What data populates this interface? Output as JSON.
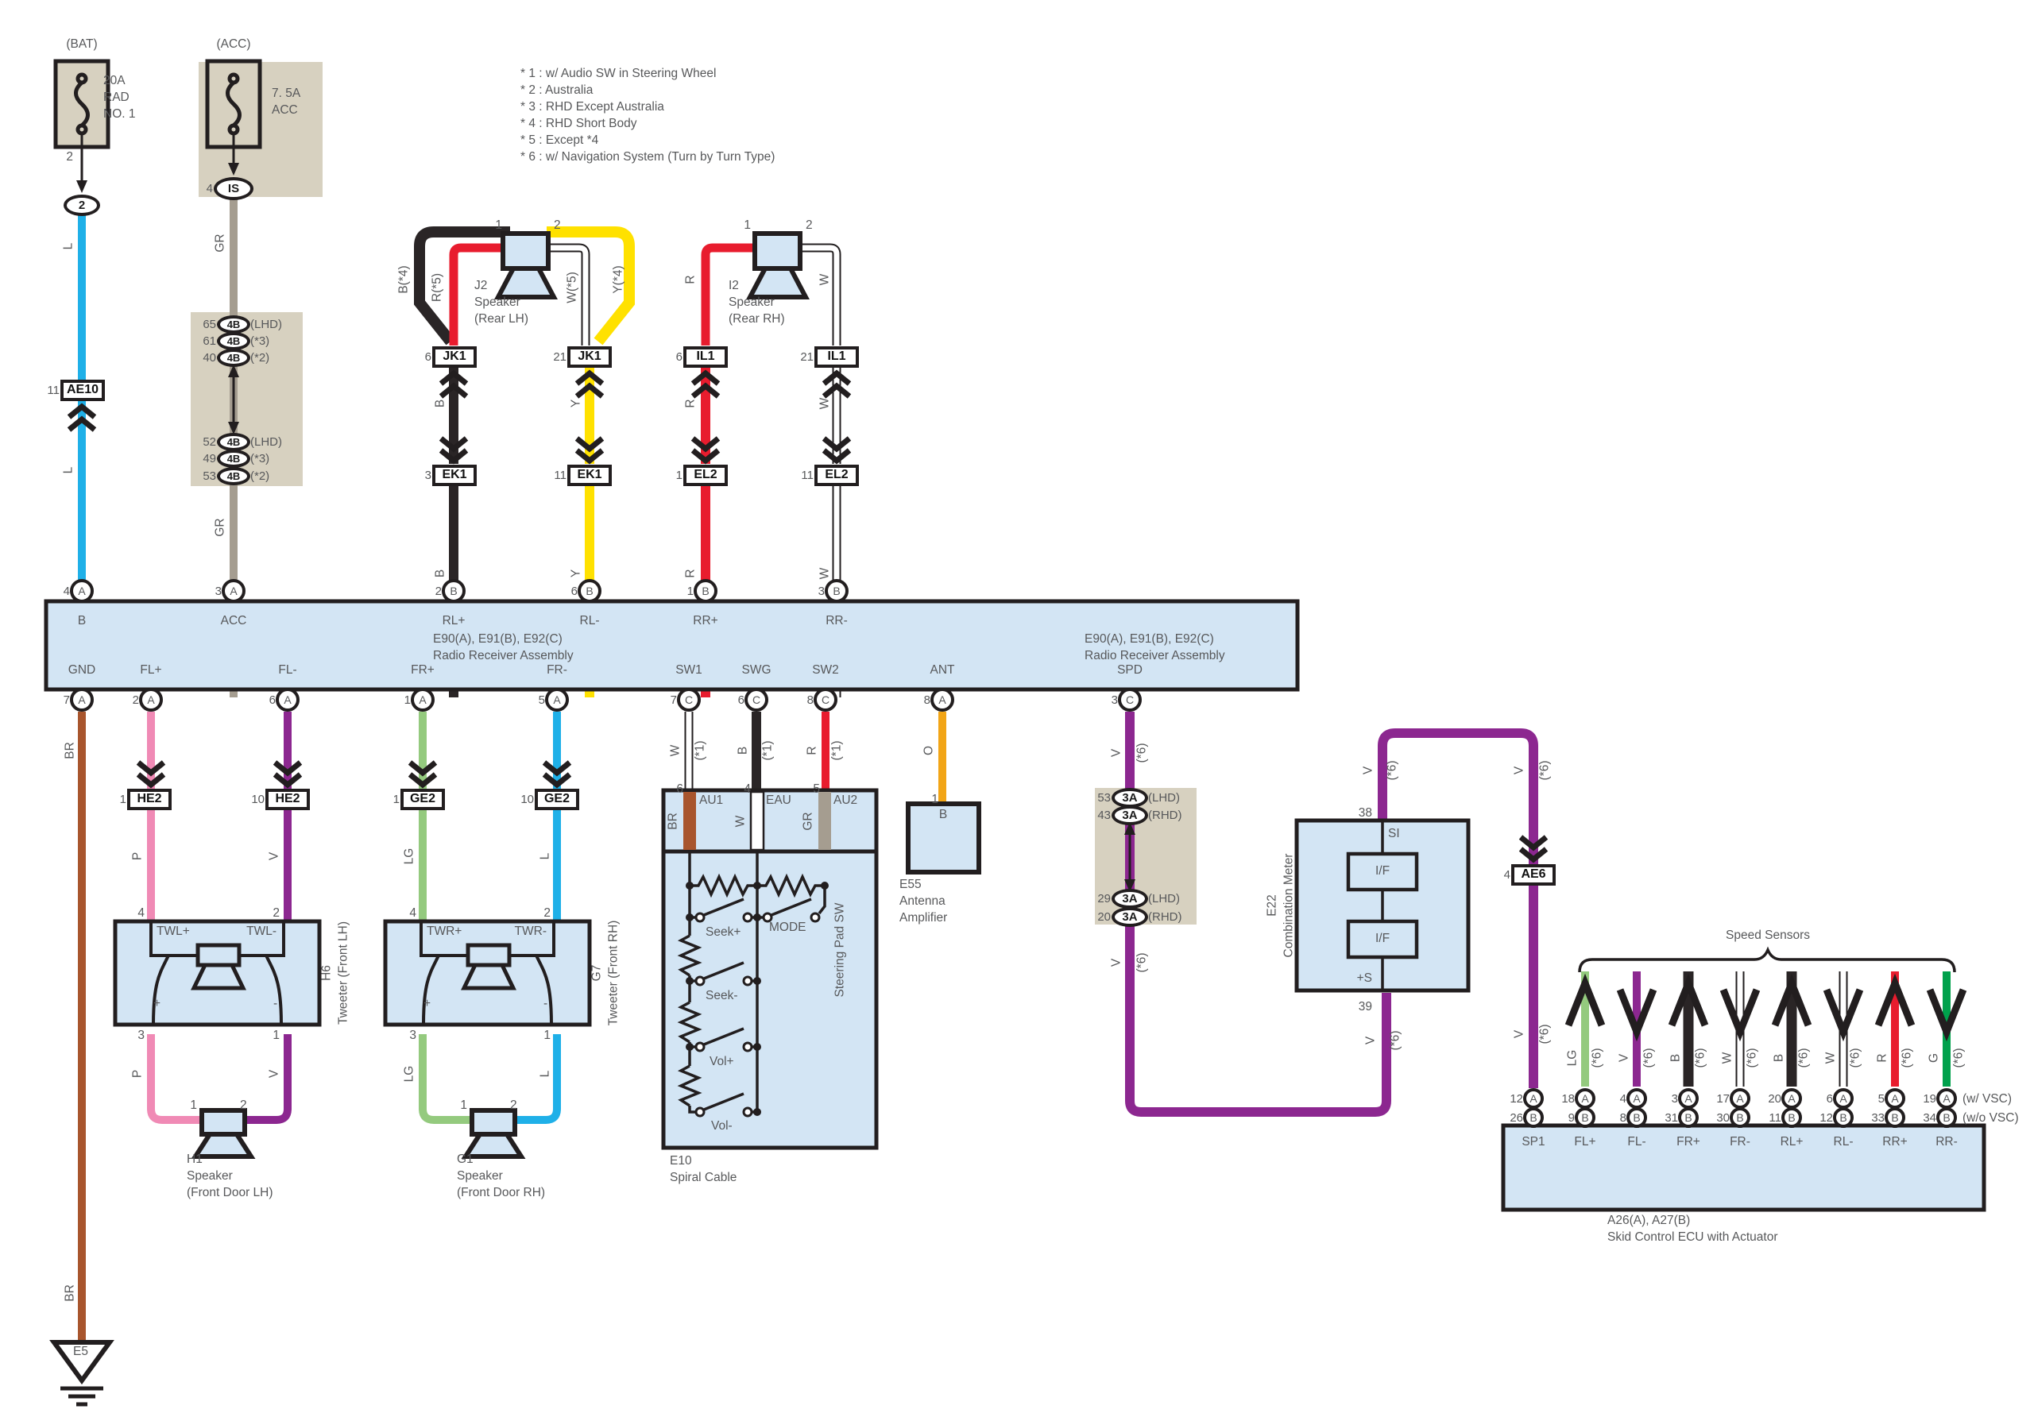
{
  "palette": {
    "box_fill": "#d3e5f4",
    "tan_fill": "#d7d1c0",
    "line": "#221e1f",
    "label": "#57585a",
    "wires": {
      "L": "#1fb0e8",
      "GR": "#a59d90",
      "B": "#2a2526",
      "Y": "#ffe100",
      "R": "#e81c2e",
      "W": "#ffffff",
      "P": "#f08ab5",
      "V": "#8c2790",
      "LG": "#94ca7e",
      "O": "#f2a516",
      "BR": "#a8552d",
      "G": "#00a14c"
    }
  },
  "texts": [
    [
      "bat-title",
      "(BAT)",
      103,
      46,
      "c"
    ],
    [
      "bat-fuse-rating",
      "20A\nRAD\nNO. 1",
      130,
      92,
      ""
    ],
    [
      "bat-pin-2",
      "2",
      92,
      188,
      "r"
    ],
    [
      "wire-l-1",
      "L",
      87,
      310,
      "v"
    ],
    [
      "wire-l-2",
      "L",
      87,
      592,
      "v"
    ],
    [
      "acc-title",
      "(ACC)",
      294,
      46,
      "c"
    ],
    [
      "acc-fuse-rating",
      "7. 5A\nACC",
      342,
      108,
      ""
    ],
    [
      "wire-gr-1",
      "GR",
      278,
      306,
      "v"
    ],
    [
      "wire-gr-2",
      "GR",
      278,
      664,
      "v"
    ],
    [
      "notes",
      "* 1 : w/ Audio SW in Steering Wheel\n* 2 : Australia\n* 3 : RHD Except Australia\n* 4 : RHD Short Body\n* 5 : Except *4\n* 6 : w/ Navigation System (Turn by Turn Type)",
      655,
      83,
      ""
    ],
    [
      "j2-pin-1",
      "1",
      632,
      274,
      "r"
    ],
    [
      "j2-pin-2",
      "2",
      697,
      274,
      ""
    ],
    [
      "j2-label",
      "J2\nSpeaker\n(Rear LH)",
      597,
      350,
      ""
    ],
    [
      "wire-b4",
      "B(*4)",
      509,
      352,
      "v"
    ],
    [
      "wire-r5",
      "R(*5)",
      551,
      362,
      "v"
    ],
    [
      "wire-w5",
      "W(*5)",
      721,
      362,
      "v"
    ],
    [
      "wire-y4",
      "Y(*4)",
      779,
      352,
      "v"
    ],
    [
      "wire-b-jk",
      "B",
      555,
      508,
      "v"
    ],
    [
      "wire-y-jk",
      "Y",
      726,
      508,
      "v"
    ],
    [
      "wire-b-ek",
      "B",
      555,
      722,
      "v"
    ],
    [
      "wire-y-ek",
      "Y",
      726,
      722,
      "v"
    ],
    [
      "i2-pin-1",
      "1",
      945,
      274,
      "r"
    ],
    [
      "i2-pin-2",
      "2",
      1014,
      274,
      ""
    ],
    [
      "i2-label",
      "I2\nSpeaker\n(Rear RH)",
      917,
      350,
      ""
    ],
    [
      "wire-r-il-1",
      "R",
      870,
      352,
      "v"
    ],
    [
      "wire-w-il-1",
      "W",
      1039,
      352,
      "v"
    ],
    [
      "wire-r-il-2",
      "R",
      870,
      508,
      "v"
    ],
    [
      "wire-w-il-2",
      "W",
      1039,
      508,
      "v"
    ],
    [
      "wire-r-el",
      "R",
      870,
      722,
      "v"
    ],
    [
      "wire-w-el",
      "W",
      1039,
      722,
      "v"
    ],
    [
      "radio-port-b",
      "B",
      103,
      772,
      "c"
    ],
    [
      "radio-port-acc",
      "ACC",
      294,
      772,
      "c"
    ],
    [
      "radio-port-rl-plus",
      "RL+",
      571,
      772,
      "c"
    ],
    [
      "radio-port-rl-minus",
      "RL-",
      742,
      772,
      "c"
    ],
    [
      "radio-port-rr-plus",
      "RR+",
      888,
      772,
      "c"
    ],
    [
      "radio-port-rr-minus",
      "RR-",
      1053,
      772,
      "c"
    ],
    [
      "radio-name-1",
      "E90(A), E91(B), E92(C)\nRadio Receiver Assembly",
      545,
      795,
      ""
    ],
    [
      "radio-name-2",
      "E90(A), E91(B), E92(C)\nRadio Receiver Assembly",
      1365,
      795,
      ""
    ],
    [
      "radio-port-gnd",
      "GND",
      103,
      834,
      "c"
    ],
    [
      "radio-port-fl-plus",
      "FL+",
      190,
      834,
      "c"
    ],
    [
      "radio-port-fl-minus",
      "FL-",
      362,
      834,
      "c"
    ],
    [
      "radio-port-fr-plus",
      "FR+",
      532,
      834,
      "c"
    ],
    [
      "radio-port-fr-minus",
      "FR-",
      701,
      834,
      "c"
    ],
    [
      "radio-port-sw1",
      "SW1",
      867,
      834,
      "c"
    ],
    [
      "radio-port-swg",
      "SWG",
      952,
      834,
      "c"
    ],
    [
      "radio-port-sw2",
      "SW2",
      1039,
      834,
      "c"
    ],
    [
      "radio-port-ant",
      "ANT",
      1186,
      834,
      "c"
    ],
    [
      "radio-port-spd",
      "SPD",
      1422,
      834,
      "c"
    ],
    [
      "wire-br-1",
      "BR",
      89,
      945,
      "v"
    ],
    [
      "wire-w-sw1",
      "W",
      851,
      945,
      "v"
    ],
    [
      "note-sw1",
      "(*1)",
      882,
      945,
      "v"
    ],
    [
      "wire-b-swg",
      "B",
      936,
      945,
      "v"
    ],
    [
      "note-swg",
      "(*1)",
      967,
      945,
      "v"
    ],
    [
      "wire-r-sw2",
      "R",
      1023,
      945,
      "v"
    ],
    [
      "note-sw2",
      "(*1)",
      1054,
      945,
      "v"
    ],
    [
      "wire-o-ant",
      "O",
      1170,
      945,
      "v"
    ],
    [
      "wire-v-spd",
      "V",
      1406,
      948,
      "v"
    ],
    [
      "note-spd",
      "(*6)",
      1438,
      948,
      "v"
    ],
    [
      "wire-p-1",
      "P",
      174,
      1078,
      "v"
    ],
    [
      "wire-v-1",
      "V",
      346,
      1078,
      "v"
    ],
    [
      "h6-pin-4",
      "4",
      182,
      1140,
      "r"
    ],
    [
      "h6-pin-2",
      "2",
      352,
      1140,
      "r"
    ],
    [
      "h6-twl-plus",
      "TWL+",
      197,
      1163,
      ""
    ],
    [
      "h6-twl-minus",
      "TWL-",
      348,
      1163,
      "r"
    ],
    [
      "h6-plus",
      "+",
      193,
      1254,
      ""
    ],
    [
      "h6-minus",
      "-",
      344,
      1254,
      ""
    ],
    [
      "h6-pin-3",
      "3",
      182,
      1294,
      "r"
    ],
    [
      "h6-pin-1",
      "1",
      352,
      1294,
      "r"
    ],
    [
      "wire-p-2",
      "P",
      174,
      1352,
      "v"
    ],
    [
      "wire-v-2",
      "V",
      346,
      1352,
      "v"
    ],
    [
      "h1-pin-1",
      "1",
      248,
      1382,
      "r"
    ],
    [
      "h1-pin-2",
      "2",
      302,
      1382,
      ""
    ],
    [
      "h1-label",
      "H1\nSpeaker\n(Front Door LH)",
      235,
      1450,
      ""
    ],
    [
      "h6-id",
      "H6",
      412,
      1225,
      "v"
    ],
    [
      "h6-name",
      "Tweeter (Front LH)",
      433,
      1225,
      "v"
    ],
    [
      "wire-lg-1",
      "LG",
      516,
      1078,
      "v"
    ],
    [
      "wire-l2-1",
      "L",
      687,
      1078,
      "v"
    ],
    [
      "g7-pin-4",
      "4",
      524,
      1140,
      "r"
    ],
    [
      "g7-pin-2",
      "2",
      693,
      1140,
      "r"
    ],
    [
      "g7-twr-plus",
      "TWR+",
      537,
      1163,
      ""
    ],
    [
      "g7-twr-minus",
      "TWR-",
      688,
      1163,
      "r"
    ],
    [
      "g7-plus",
      "+",
      533,
      1254,
      ""
    ],
    [
      "g7-minus",
      "-",
      684,
      1254,
      ""
    ],
    [
      "g7-pin-3",
      "3",
      524,
      1294,
      "r"
    ],
    [
      "g7-pin-1",
      "1",
      693,
      1294,
      "r"
    ],
    [
      "wire-lg-2",
      "LG",
      516,
      1352,
      "v"
    ],
    [
      "wire-l2-2",
      "L",
      687,
      1352,
      "v"
    ],
    [
      "g1-pin-1",
      "1",
      588,
      1382,
      "r"
    ],
    [
      "g1-pin-2",
      "2",
      642,
      1382,
      ""
    ],
    [
      "g1-label",
      "G1\nSpeaker\n(Front Door RH)",
      575,
      1450,
      ""
    ],
    [
      "g7-id",
      "G7",
      752,
      1225,
      "v"
    ],
    [
      "g7-name",
      "Tweeter (Front RH)",
      773,
      1225,
      "v"
    ],
    [
      "e10-pin-6",
      "6",
      860,
      984,
      "r"
    ],
    [
      "e10-pin-4",
      "4",
      945,
      984,
      "r"
    ],
    [
      "e10-pin-5",
      "5",
      1032,
      984,
      "r"
    ],
    [
      "e10-au1",
      "AU1",
      880,
      998,
      ""
    ],
    [
      "e10-eau",
      "EAU",
      964,
      998,
      ""
    ],
    [
      "e10-au2",
      "AU2",
      1049,
      998,
      ""
    ],
    [
      "e10-br",
      "BR",
      848,
      1034,
      "v"
    ],
    [
      "e10-w",
      "W",
      933,
      1034,
      "v"
    ],
    [
      "e10-gr",
      "GR",
      1018,
      1034,
      "v"
    ],
    [
      "sw-seek-plus",
      "Seek+",
      888,
      1164,
      ""
    ],
    [
      "sw-mode",
      "MODE",
      968,
      1158,
      ""
    ],
    [
      "sw-seek-minus",
      "Seek-",
      888,
      1244,
      ""
    ],
    [
      "sw-vol-plus",
      "Vol+",
      893,
      1327,
      ""
    ],
    [
      "sw-vol-minus",
      "Vol-",
      895,
      1408,
      ""
    ],
    [
      "steering-pad-sw",
      "Steering Pad SW",
      1058,
      1196,
      "v"
    ],
    [
      "e10-label",
      "E10\nSpiral Cable",
      843,
      1452,
      ""
    ],
    [
      "e55-pin-1",
      "1",
      1181,
      997,
      "r"
    ],
    [
      "e55-b",
      "B",
      1187,
      1016,
      "c"
    ],
    [
      "e55-label",
      "E55\nAntenna\nAmplifier",
      1132,
      1104,
      ""
    ],
    [
      "wire-v-3a",
      "V",
      1406,
      1212,
      "v"
    ],
    [
      "note-3a",
      "(*6)",
      1438,
      1212,
      "v"
    ],
    [
      "spd-39",
      "39",
      1727,
      1258,
      "r"
    ],
    [
      "wire-v-ps",
      "V",
      1726,
      1310,
      "v"
    ],
    [
      "note-ps",
      "(*6)",
      1757,
      1310,
      "v"
    ],
    [
      "e22-38",
      "38",
      1727,
      1014,
      "r"
    ],
    [
      "e22-si",
      "SI",
      1747,
      1040,
      ""
    ],
    [
      "e22-if-1",
      "I/F",
      1740,
      1087,
      "c"
    ],
    [
      "e22-if-2",
      "I/F",
      1740,
      1172,
      "c"
    ],
    [
      "e22-ps",
      "+S",
      1727,
      1222,
      "r"
    ],
    [
      "e22-id",
      "E22",
      1602,
      1140,
      "v"
    ],
    [
      "e22-name",
      "Combination Meter",
      1623,
      1140,
      "v"
    ],
    [
      "wire-v-si-1",
      "V",
      1723,
      970,
      "v"
    ],
    [
      "note-si-1",
      "(*6)",
      1753,
      970,
      "v"
    ],
    [
      "wire-v-si-2",
      "V",
      1913,
      970,
      "v"
    ],
    [
      "note-si-2",
      "(*6)",
      1945,
      970,
      "v"
    ],
    [
      "wire-v-sp1",
      "V",
      1913,
      1302,
      "v"
    ],
    [
      "note-sp1",
      "(*6)",
      1945,
      1302,
      "v"
    ],
    [
      "speed-sensors-title",
      "Speed Sensors",
      2225,
      1168,
      "c"
    ],
    [
      "ss-lg",
      "LG",
      1980,
      1332,
      "v"
    ],
    [
      "ss-lg-n",
      "(*6)",
      2011,
      1332,
      "v"
    ],
    [
      "ss-v",
      "V",
      2045,
      1332,
      "v"
    ],
    [
      "ss-v-n",
      "(*6)",
      2076,
      1332,
      "v"
    ],
    [
      "ss-b1",
      "B",
      2110,
      1332,
      "v"
    ],
    [
      "ss-b1-n",
      "(*6)",
      2141,
      1332,
      "v"
    ],
    [
      "ss-w1",
      "W",
      2175,
      1332,
      "v"
    ],
    [
      "ss-w1-n",
      "(*6)",
      2206,
      1332,
      "v"
    ],
    [
      "ss-b2",
      "B",
      2240,
      1332,
      "v"
    ],
    [
      "ss-b2-n",
      "(*6)",
      2271,
      1332,
      "v"
    ],
    [
      "ss-w2",
      "W",
      2305,
      1332,
      "v"
    ],
    [
      "ss-w2-n",
      "(*6)",
      2336,
      1332,
      "v"
    ],
    [
      "ss-r",
      "R",
      2370,
      1332,
      "v"
    ],
    [
      "ss-r-n",
      "(*6)",
      2401,
      1332,
      "v"
    ],
    [
      "ss-g",
      "G",
      2435,
      1332,
      "v"
    ],
    [
      "ss-g-n",
      "(*6)",
      2466,
      1332,
      "v"
    ],
    [
      "vsc-with",
      "(w/ VSC)",
      2470,
      1374,
      ""
    ],
    [
      "vsc-without",
      "(w/o VSC)",
      2470,
      1398,
      ""
    ],
    [
      "ecu-port-sp1",
      "SP1",
      1930,
      1428,
      "c"
    ],
    [
      "ecu-port-fl-plus",
      "FL+",
      1995,
      1428,
      "c"
    ],
    [
      "ecu-port-fl-minus",
      "FL-",
      2060,
      1428,
      "c"
    ],
    [
      "ecu-port-fr-plus",
      "FR+",
      2125,
      1428,
      "c"
    ],
    [
      "ecu-port-fr-minus",
      "FR-",
      2190,
      1428,
      "c"
    ],
    [
      "ecu-port-rl-plus",
      "RL+",
      2255,
      1428,
      "c"
    ],
    [
      "ecu-port-rl-minus",
      "RL-",
      2320,
      1428,
      "c"
    ],
    [
      "ecu-port-rr-plus",
      "RR+",
      2385,
      1428,
      "c"
    ],
    [
      "ecu-port-rr-minus",
      "RR-",
      2450,
      1428,
      "c"
    ],
    [
      "ecu-label",
      "A26(A), A27(B)\nSkid Control ECU with Actuator",
      2023,
      1527,
      ""
    ],
    [
      "wire-br-2",
      "BR",
      89,
      1628,
      "v"
    ],
    [
      "e5-label",
      "E5",
      92,
      1692,
      ""
    ]
  ],
  "pins": [
    [
      103,
      744,
      "A",
      "4",
      0
    ],
    [
      294,
      744,
      "A",
      "3",
      0
    ],
    [
      571,
      744,
      "B",
      "2",
      0
    ],
    [
      742,
      744,
      "B",
      "6",
      0
    ],
    [
      888,
      744,
      "B",
      "1",
      0
    ],
    [
      1053,
      744,
      "B",
      "3",
      0
    ],
    [
      103,
      881,
      "A",
      "7",
      0
    ],
    [
      190,
      881,
      "A",
      "2",
      0
    ],
    [
      362,
      881,
      "A",
      "6",
      0
    ],
    [
      532,
      881,
      "A",
      "1",
      0
    ],
    [
      701,
      881,
      "A",
      "5",
      0
    ],
    [
      867,
      881,
      "C",
      "7",
      0
    ],
    [
      952,
      881,
      "C",
      "6",
      0
    ],
    [
      1039,
      881,
      "C",
      "8",
      0
    ],
    [
      1186,
      881,
      "A",
      "8",
      0
    ],
    [
      1422,
      881,
      "C",
      "3",
      0
    ],
    [
      1930,
      1383,
      "A",
      "12",
      1
    ],
    [
      1995,
      1383,
      "A",
      "18",
      1
    ],
    [
      2060,
      1383,
      "A",
      "4",
      1
    ],
    [
      2125,
      1383,
      "A",
      "3",
      1
    ],
    [
      2190,
      1383,
      "A",
      "17",
      1
    ],
    [
      2255,
      1383,
      "A",
      "20",
      1
    ],
    [
      2320,
      1383,
      "A",
      "6",
      1
    ],
    [
      2385,
      1383,
      "A",
      "5",
      1
    ],
    [
      2450,
      1383,
      "A",
      "19",
      1
    ],
    [
      1930,
      1407,
      "B",
      "26",
      1
    ],
    [
      1995,
      1407,
      "B",
      "9",
      1
    ],
    [
      2060,
      1407,
      "B",
      "8",
      1
    ],
    [
      2125,
      1407,
      "B",
      "31",
      1
    ],
    [
      2190,
      1407,
      "B",
      "30",
      1
    ],
    [
      2255,
      1407,
      "B",
      "11",
      1
    ],
    [
      2320,
      1407,
      "B",
      "12",
      1
    ],
    [
      2385,
      1407,
      "B",
      "33",
      1
    ],
    [
      2450,
      1407,
      "B",
      "34",
      1
    ]
  ],
  "ovals": [
    [
      103,
      258,
      46,
      27,
      "2",
      "",
      ""
    ],
    [
      294,
      237,
      50,
      29,
      "IS",
      "4",
      ""
    ],
    [
      294,
      408,
      42,
      23,
      "4B",
      "65",
      "(LHD)"
    ],
    [
      294,
      429,
      42,
      23,
      "4B",
      "61",
      "(*3)"
    ],
    [
      294,
      450,
      42,
      23,
      "4B",
      "40",
      "(*2)"
    ],
    [
      294,
      556,
      42,
      23,
      "4B",
      "52",
      "(LHD)"
    ],
    [
      294,
      577,
      42,
      23,
      "4B",
      "49",
      "(*3)"
    ],
    [
      294,
      599,
      42,
      23,
      "4B",
      "53",
      "(*2)"
    ],
    [
      1422,
      1004,
      46,
      25,
      "3A",
      "53",
      "(LHD)"
    ],
    [
      1422,
      1026,
      46,
      25,
      "3A",
      "43",
      "(RHD)"
    ],
    [
      1422,
      1131,
      46,
      25,
      "3A",
      "29",
      "(LHD)"
    ],
    [
      1422,
      1154,
      46,
      25,
      "3A",
      "20",
      "(RHD)"
    ]
  ],
  "connector_boxes": [
    [
      104,
      491,
      "AE10",
      "11"
    ],
    [
      572,
      449,
      "JK1",
      "6"
    ],
    [
      742,
      449,
      "JK1",
      "21"
    ],
    [
      572,
      598,
      "EK1",
      "3"
    ],
    [
      742,
      598,
      "EK1",
      "11"
    ],
    [
      888,
      449,
      "IL1",
      "6"
    ],
    [
      1053,
      449,
      "IL1",
      "21"
    ],
    [
      888,
      598,
      "EL2",
      "1"
    ],
    [
      1053,
      598,
      "EL2",
      "11"
    ],
    [
      188,
      1006,
      "HE2",
      "1"
    ],
    [
      362,
      1006,
      "HE2",
      "10"
    ],
    [
      532,
      1006,
      "GE2",
      "1"
    ],
    [
      701,
      1006,
      "GE2",
      "10"
    ],
    [
      1930,
      1101,
      "AE6",
      "4"
    ]
  ]
}
